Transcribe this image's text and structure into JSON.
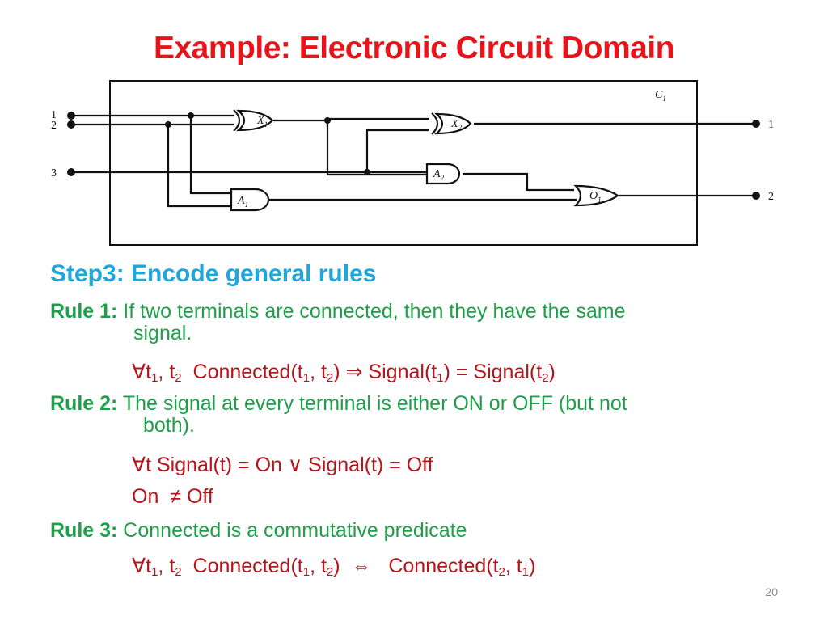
{
  "slide": {
    "title": "Example: Electronic Circuit Domain",
    "page_number": "20"
  },
  "circuit": {
    "box_label": "C",
    "box_sub": "1",
    "inputs": [
      "1",
      "2",
      "3"
    ],
    "outputs": [
      "1",
      "2"
    ],
    "gates": [
      {
        "letter": "X",
        "sub": "1",
        "kind": "xor"
      },
      {
        "letter": "X",
        "sub": "2",
        "kind": "xor"
      },
      {
        "letter": "A",
        "sub": "2",
        "kind": "and"
      },
      {
        "letter": "A",
        "sub": "1",
        "kind": "and"
      },
      {
        "letter": "O",
        "sub": "1",
        "kind": "or"
      }
    ]
  },
  "step": {
    "heading": "Step3: Encode general rules"
  },
  "rule1": {
    "label": "Rule 1:",
    "text": " If two terminals are connected, then they have the same",
    "cont": "signal.",
    "f": {
      "forall": "∀",
      "t": "t",
      "s1": "1",
      "s2": "2",
      "comma": ", ",
      "connected": "Connected(",
      "close": ")",
      "implies": "⇒",
      "signal": "Signal(",
      "eq": " = "
    }
  },
  "rule2": {
    "label": "Rule 2:",
    "text": " The signal at every terminal is either ON or OFF (but not",
    "cont": "both).",
    "f1": {
      "forall": "∀",
      "body": "t  Signal(t) = On ",
      "or": "∨",
      "body2": " Signal(t) = Off"
    },
    "f2": {
      "on": "On",
      "neq": "≠",
      "off": "Off"
    }
  },
  "rule3": {
    "label": "Rule 3:",
    "text": " Connected is a commutative predicate",
    "f": {
      "forall": "∀",
      "iff": "⇔"
    }
  },
  "colors": {
    "title": "#e8141b",
    "heading": "#1fa6dc",
    "rule_text": "#1ea04a",
    "formula": "#b8141b",
    "wire": "#111111"
  }
}
